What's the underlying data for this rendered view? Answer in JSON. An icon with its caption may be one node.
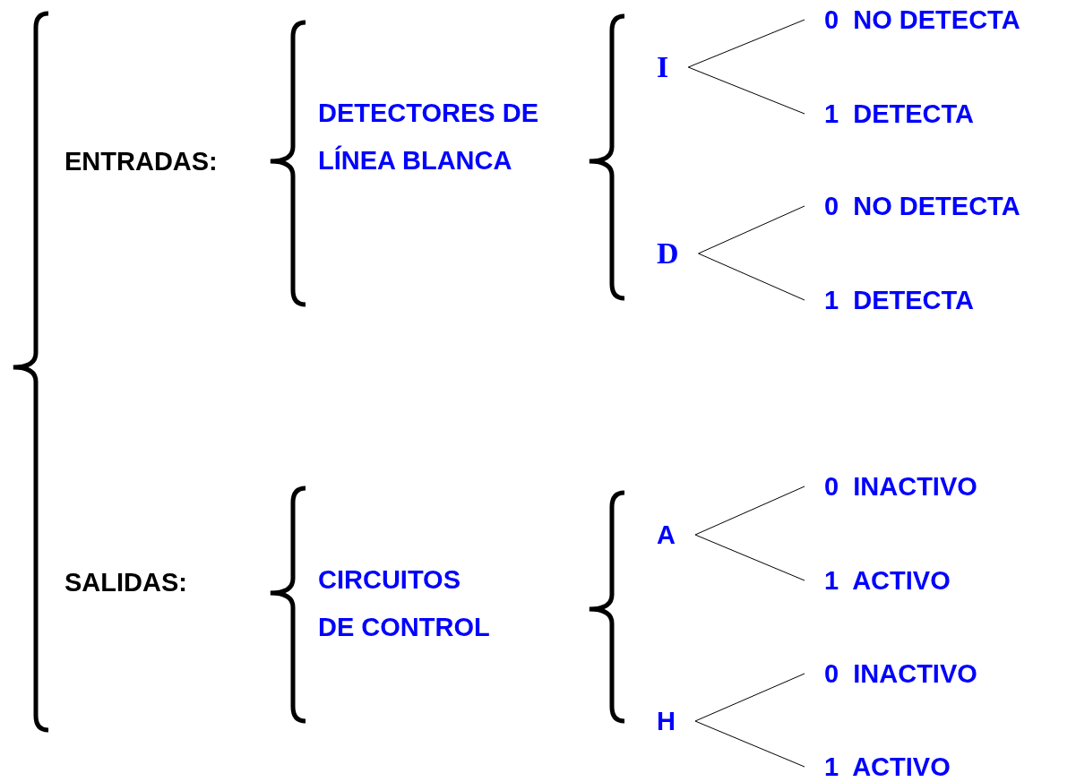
{
  "diagram": {
    "nodes": [
      {
        "text": [
          "ENTRADAS:"
        ]
      },
      {
        "text": [
          "DETECTORES DE LÍNEA BLANCA"
        ]
      },
      {
        "text": [
          "I"
        ]
      },
      {
        "text": [
          "0  NO DETECTA"
        ]
      },
      {
        "text": [
          "1  DETECTA"
        ]
      },
      {
        "text": [
          "D"
        ]
      },
      {
        "text": [
          "0  NO DETECTA"
        ]
      },
      {
        "text": [
          "1  DETECTA"
        ]
      },
      {
        "text": [
          "SALIDAS:"
        ]
      },
      {
        "text": [
          "CIRCUITOS DE CONTROL"
        ]
      },
      {
        "text": [
          "A"
        ]
      },
      {
        "text": [
          "0  INACTIVO"
        ]
      },
      {
        "text": [
          "1  ACTIVO"
        ]
      },
      {
        "text": [
          "H"
        ]
      },
      {
        "text": [
          "0  INACTIVO"
        ]
      },
      {
        "text": [
          "1  ACTIVO"
        ]
      }
    ],
    "edges": [
      {
        "from": 2,
        "to": 3,
        "arrow": "none"
      },
      {
        "from": 2,
        "to": 4,
        "arrow": "none"
      },
      {
        "from": 5,
        "to": 6,
        "arrow": "none"
      },
      {
        "from": 5,
        "to": 7,
        "arrow": "none"
      },
      {
        "from": 10,
        "to": 11,
        "arrow": "none"
      },
      {
        "from": 10,
        "to": 12,
        "arrow": "none"
      },
      {
        "from": 13,
        "to": 14,
        "arrow": "none"
      },
      {
        "from": 13,
        "to": 15,
        "arrow": "none"
      }
    ]
  }
}
